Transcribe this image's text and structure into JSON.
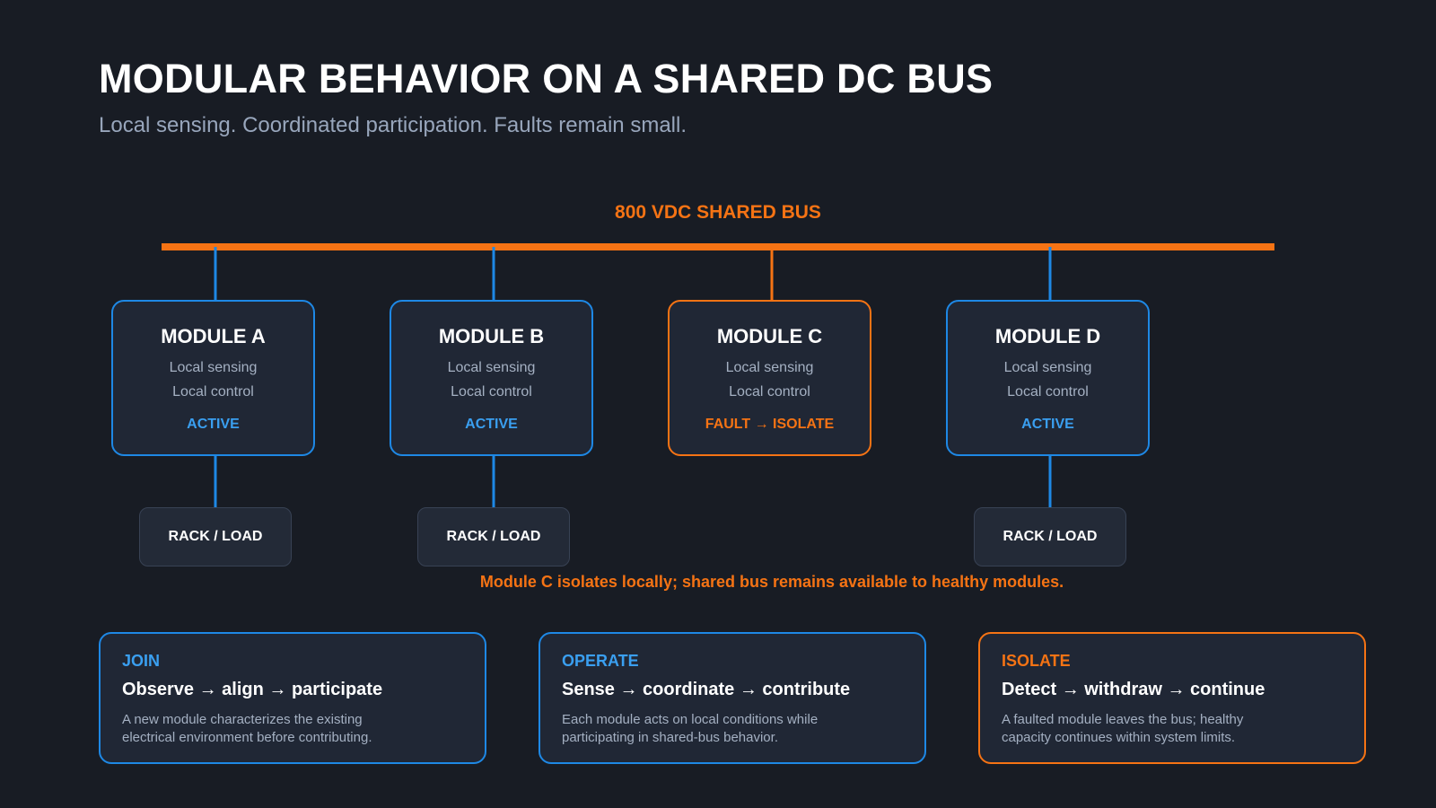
{
  "title": "MODULAR BEHAVIOR ON A SHARED DC BUS",
  "subtitle": "Local sensing. Coordinated participation. Faults remain small.",
  "colors": {
    "background": "#181c24",
    "panel": "#202735",
    "blue_accent": "#1e88e5",
    "blue_text": "#3a9ff0",
    "orange_accent": "#f57314",
    "muted_text": "#98a6bc"
  },
  "bus": {
    "label": "800 VDC SHARED BUS"
  },
  "modules": [
    {
      "name": "MODULE A",
      "line1": "Local sensing",
      "line2": "Local control",
      "status": "ACTIVE",
      "state": "active",
      "load": "RACK / LOAD"
    },
    {
      "name": "MODULE B",
      "line1": "Local sensing",
      "line2": "Local control",
      "status": "ACTIVE",
      "state": "active",
      "load": "RACK / LOAD"
    },
    {
      "name": "MODULE C",
      "line1": "Local sensing",
      "line2": "Local control",
      "status": "FAULT → ISOLATE",
      "state": "fault",
      "load": ""
    },
    {
      "name": "MODULE D",
      "line1": "Local sensing",
      "line2": "Local control",
      "status": "ACTIVE",
      "state": "active",
      "load": "RACK / LOAD"
    }
  ],
  "note": "Module C isolates locally; shared bus remains available to healthy modules.",
  "cards": [
    {
      "tag": "JOIN",
      "headline": "Observe → align → participate",
      "body": "A new module characterizes the existing electrical environment before contributing.",
      "accent": "blue"
    },
    {
      "tag": "OPERATE",
      "headline": "Sense → coordinate → contribute",
      "body": "Each module acts on local conditions while participating in shared-bus behavior.",
      "accent": "blue"
    },
    {
      "tag": "ISOLATE",
      "headline": "Detect → withdraw → continue",
      "body": "A faulted module leaves the bus; healthy capacity continues within system limits.",
      "accent": "orange"
    }
  ]
}
